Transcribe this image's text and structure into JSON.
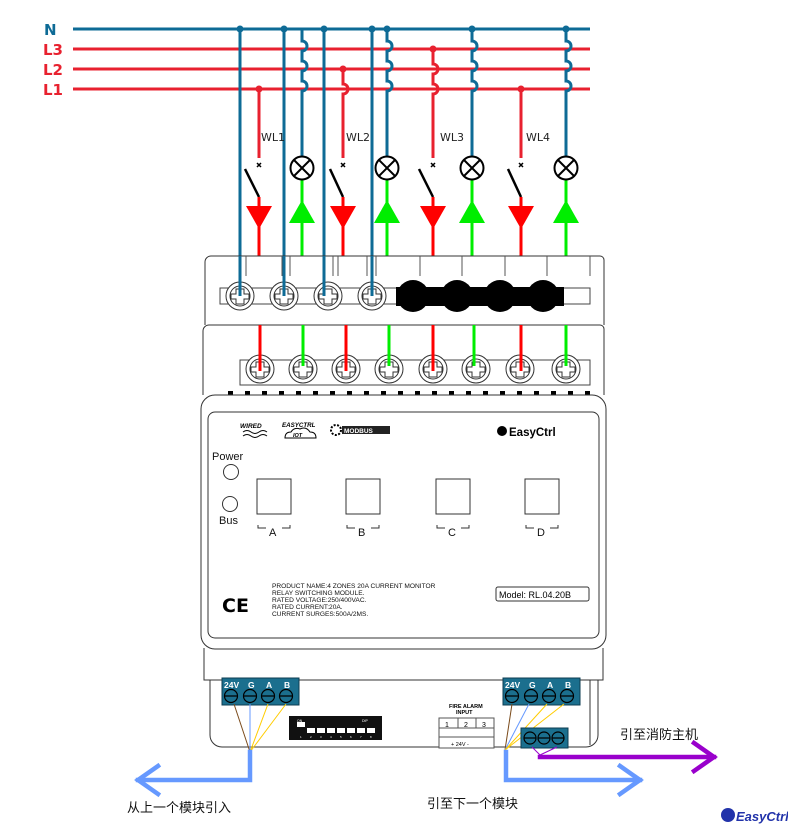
{
  "bus_lines": [
    {
      "label": "N",
      "color": "#0e6b96"
    },
    {
      "label": "L3",
      "color": "#e8212f"
    },
    {
      "label": "L2",
      "color": "#e8212f"
    },
    {
      "label": "L1",
      "color": "#e8212f"
    }
  ],
  "loads": [
    "WL1",
    "WL2",
    "WL3",
    "WL4"
  ],
  "wire_colors": {
    "neutral": "#0e6b96",
    "phase": "#e8212f",
    "output_in": "#ff0000",
    "output_out": "#00ee00",
    "bus_blue": "#6699ff",
    "fire_purple": "#9900cc"
  },
  "panel": {
    "logos": {
      "wired": "WIRED",
      "iot_brand": "EASYCTRL",
      "iot": "IOT",
      "modbus": "MODBUS",
      "brand": "EasyCtrl"
    },
    "power_label": "Power",
    "bus_label": "Bus",
    "channels": [
      "A",
      "B",
      "C",
      "D"
    ],
    "ce_mark": "CE",
    "spec_lines": [
      "PRODUCT NAME:4 ZONES 20A CURRENT MONITOR",
      "RELAY SWITCHING MODULE.",
      "RATED VOLTAGE:250/400VAC.",
      "RATED CURRENT:20A.",
      "CURRENT SURGES:500A/2MS."
    ],
    "model": "Model: RL.04.20B"
  },
  "bus_terminals": [
    "24V",
    "G",
    "A",
    "B"
  ],
  "dip": {
    "on_label": "ON",
    "dip_label": "DIP",
    "numbers": [
      "1",
      "2",
      "3",
      "4",
      "5",
      "6",
      "7",
      "8"
    ]
  },
  "fire_alarm": {
    "title_line1": "FIRE ALARM",
    "title_line2": "INPUT",
    "pins": [
      "1",
      "2",
      "3"
    ],
    "supply": "+ 24V -"
  },
  "annotations": {
    "from_previous": "从上一个模块引入",
    "to_next": "引至下一个模块",
    "to_fire_host": "引至消防主机"
  },
  "watermark": "EasyCtrl"
}
